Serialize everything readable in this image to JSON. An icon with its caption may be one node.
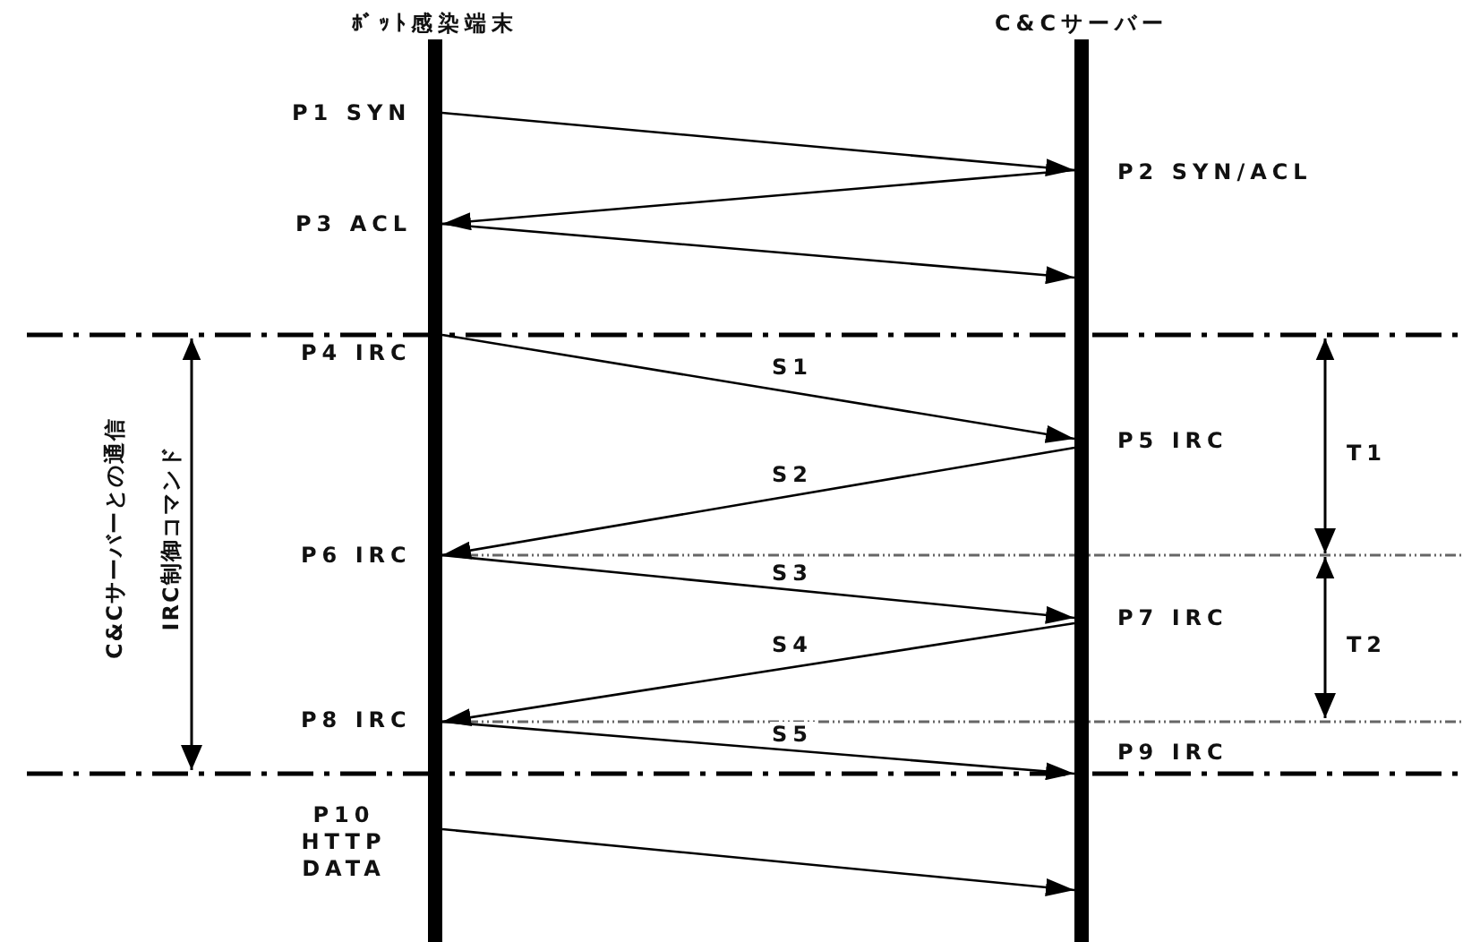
{
  "diagram": {
    "nodes": [
      {
        "text": [
          "ﾎﾞｯﾄ感染端末"
        ]
      },
      {
        "text": [
          "C&Cサーバー"
        ]
      }
    ],
    "edges": [
      {
        "from": 0,
        "to": 1,
        "arrow": "to"
      },
      {
        "from": 1,
        "to": 0,
        "arrow": "to"
      },
      {
        "from": 0,
        "to": 1,
        "arrow": "to"
      },
      {
        "from": 0,
        "to": 1,
        "arrow": "to",
        "label": "S1"
      },
      {
        "from": 1,
        "to": 0,
        "arrow": "to",
        "label": "S2"
      },
      {
        "from": 0,
        "to": 1,
        "arrow": "to",
        "label": "S3"
      },
      {
        "from": 1,
        "to": 0,
        "arrow": "to",
        "label": "S4"
      },
      {
        "from": 0,
        "to": 1,
        "arrow": "to",
        "label": "S5"
      },
      {
        "from": 0,
        "to": 1,
        "arrow": "to"
      }
    ],
    "labels": [
      "P1 SYN",
      "P2 SYN/ACL",
      "P3 ACL",
      "P4 IRC",
      "P5 IRC",
      "T1",
      "C&Cサーバーとの通信",
      "IRC制御コマンド",
      "P6 IRC",
      "P7 IRC",
      "T2",
      "P8 IRC",
      "P9 IRC",
      "P10 HTTP DATA"
    ]
  }
}
